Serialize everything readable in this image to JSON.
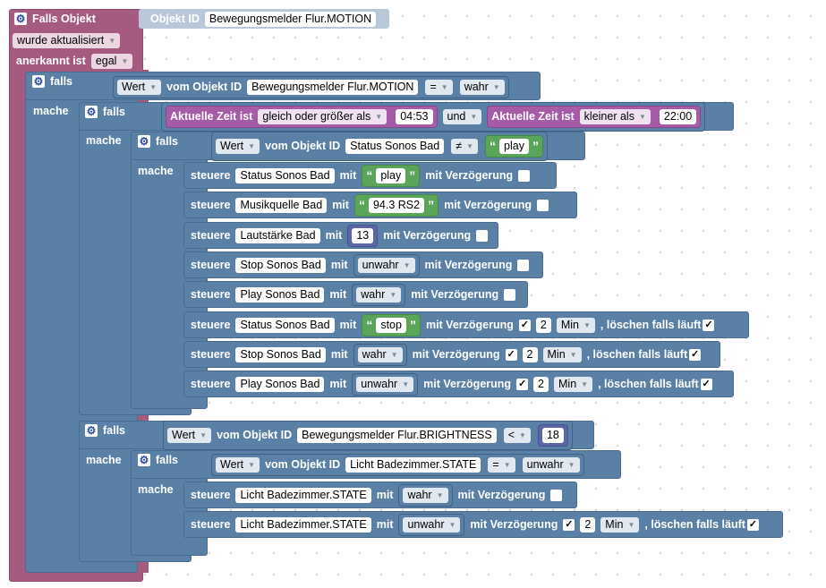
{
  "event": {
    "title": "Falls Objekt",
    "trigger": "wurde aktualisiert",
    "ack_label": "anerkannt ist",
    "ack_value": "egal",
    "object_id_label": "Objekt ID",
    "object_id": "Bewegungsmelder Flur.MOTION"
  },
  "kw": {
    "falls": "falls",
    "mache": "mache",
    "steuere": "steuere",
    "mit": "mit",
    "mit_verzoegerung": "mit Verzögerung",
    "loeschen": ", löschen falls läuft",
    "wert": "Wert",
    "vom_objekt_id": "vom Objekt ID",
    "aktuelle_zeit": "Aktuelle Zeit ist",
    "und": "und",
    "min": "Min"
  },
  "if1": {
    "object": "Bewegungsmelder Flur.MOTION",
    "op": "=",
    "value": "wahr"
  },
  "if2": {
    "time_op1": "gleich oder größer als",
    "time1": "04:53",
    "time_op2": "kleiner als",
    "time2": "22:00"
  },
  "if3": {
    "object": "Status Sonos Bad",
    "op": "≠",
    "value": "play"
  },
  "actions": [
    {
      "target": "Status Sonos Bad",
      "value": "play",
      "delay_checked": false
    },
    {
      "target": "Musikquelle Bad",
      "value": "94.3 RS2",
      "delay_checked": false
    },
    {
      "target": "Lautstärke Bad",
      "value": "13",
      "delay_checked": false
    },
    {
      "target": "Stop Sonos Bad",
      "value": "unwahr",
      "delay_checked": false
    },
    {
      "target": "Play Sonos Bad",
      "value": "wahr",
      "delay_checked": false
    },
    {
      "target": "Status Sonos Bad",
      "value": "stop",
      "delay_checked": true,
      "delay": "2",
      "unit": "Min",
      "clear_checked": true
    },
    {
      "target": "Stop Sonos Bad",
      "value": "wahr",
      "delay_checked": true,
      "delay": "2",
      "unit": "Min",
      "clear_checked": true
    },
    {
      "target": "Play Sonos Bad",
      "value": "unwahr",
      "delay_checked": true,
      "delay": "2",
      "unit": "Min",
      "clear_checked": true
    }
  ],
  "if4": {
    "object": "Bewegungsmelder Flur.BRIGHTNESS",
    "op": "<",
    "value": "18"
  },
  "if5": {
    "object": "Licht Badezimmer.STATE",
    "op": "=",
    "value": "unwahr"
  },
  "actions2": [
    {
      "target": "Licht Badezimmer.STATE",
      "value": "wahr",
      "delay_checked": false
    },
    {
      "target": "Licht Badezimmer.STATE",
      "value": "unwahr",
      "delay_checked": true,
      "delay": "2",
      "unit": "Min",
      "clear_checked": true
    }
  ],
  "check_mark": "✓",
  "colors": {
    "event": "#a55b80",
    "logic": "#5b80a5",
    "time": "#a55ba5",
    "text": "#5ba55b",
    "number": "#5b67a5"
  }
}
